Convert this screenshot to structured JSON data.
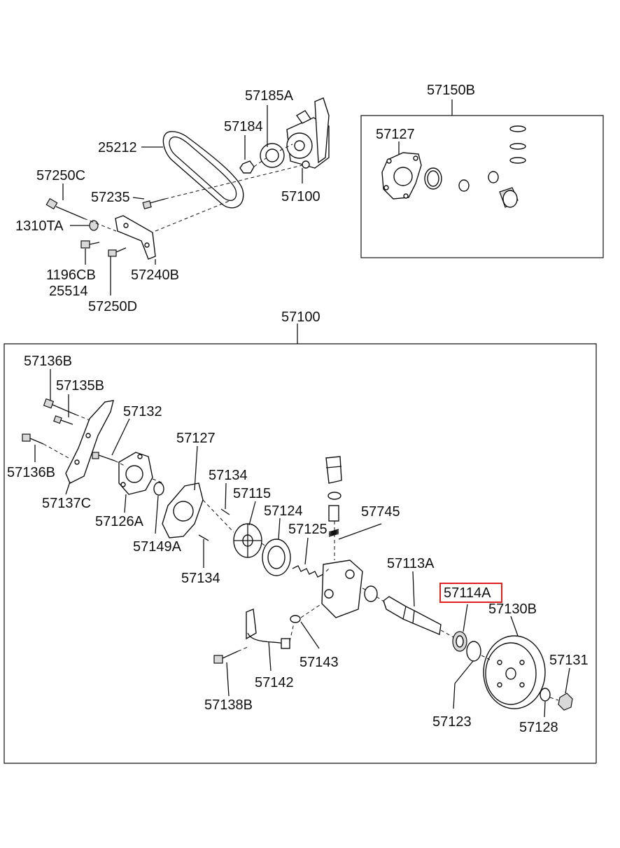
{
  "highlight_color": "#e02020",
  "top": {
    "label_57185A": "57185A",
    "label_57184": "57184",
    "label_25212": "25212",
    "label_57250C": "57250C",
    "label_57235": "57235",
    "label_57100": "57100",
    "label_1310TA": "1310TA",
    "label_1196CB": "1196CB",
    "label_25514": "25514",
    "label_57240B": "57240B",
    "label_57250D": "57250D"
  },
  "kit": {
    "label_57150B": "57150B",
    "label_57127": "57127"
  },
  "main": {
    "label_57100": "57100",
    "label_57136B_top": "57136B",
    "label_57135B": "57135B",
    "label_57132": "57132",
    "label_57127": "57127",
    "label_57136B_left": "57136B",
    "label_57134_top": "57134",
    "label_57115": "57115",
    "label_57124": "57124",
    "label_57745": "57745",
    "label_57137C": "57137C",
    "label_57126A": "57126A",
    "label_57125": "57125",
    "label_57149A": "57149A",
    "label_57113A": "57113A",
    "label_57134_bottom": "57134",
    "label_57114A": "57114A",
    "label_57130B": "57130B",
    "label_57131": "57131",
    "label_57143": "57143",
    "label_57142": "57142",
    "label_57138B": "57138B",
    "label_57123": "57123",
    "label_57128": "57128"
  }
}
